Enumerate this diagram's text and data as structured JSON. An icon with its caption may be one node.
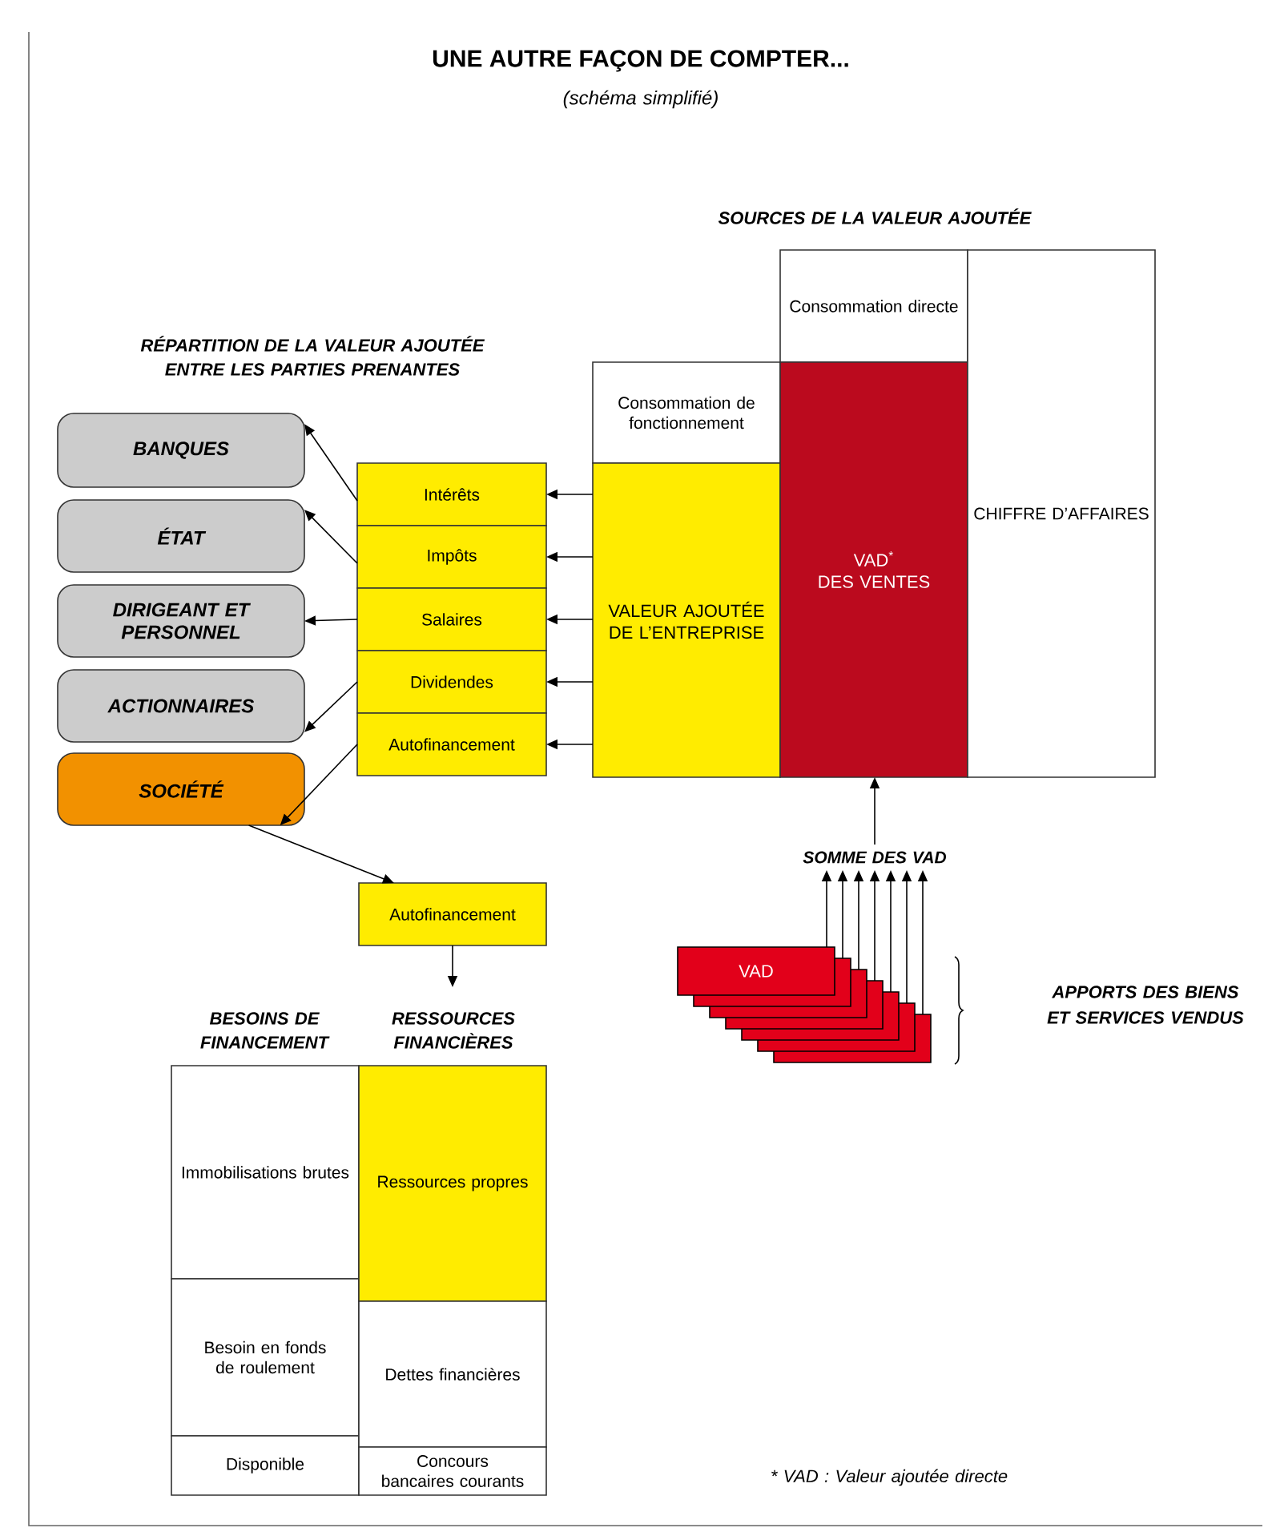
{
  "diagram": {
    "title": "UNE AUTRE FAÇON DE COMPTER...",
    "nodes": [
      {
        "text": [
          "BANQUES"
        ]
      },
      {
        "text": [
          "ÉTAT"
        ]
      },
      {
        "text": [
          "DIRIGEANT ET PERSONNEL"
        ]
      },
      {
        "text": [
          "ACTIONNAIRES"
        ]
      },
      {
        "text": [
          "SOCIÉTÉ"
        ]
      },
      {
        "text": [
          "Intérêts"
        ]
      },
      {
        "text": [
          "Impôts"
        ]
      },
      {
        "text": [
          "Salaires"
        ]
      },
      {
        "text": [
          "Dividendes"
        ]
      },
      {
        "text": [
          "Autofinancement"
        ]
      },
      {
        "text": [
          "Consommation de fonctionnement"
        ]
      },
      {
        "text": [
          "VALEUR AJOUTÉE DE L’ENTREPRISE"
        ]
      },
      {
        "text": [
          "Consommation directe"
        ]
      },
      {
        "text": [
          "VAD$^{*}$",
          "DES VENTES"
        ]
      },
      {
        "text": [
          "CHIFFRE D’AFFAIRES"
        ]
      },
      {
        "text": [
          "SOMME DES VAD"
        ]
      },
      {
        "text": [
          "VAD"
        ]
      },
      {
        "text": [],
        "shape": "box"
      },
      {
        "text": [],
        "shape": "box"
      },
      {
        "text": [],
        "shape": "box"
      },
      {
        "text": [],
        "shape": "box"
      },
      {
        "text": [],
        "shape": "box"
      },
      {
        "text": [],
        "shape": "box"
      },
      {
        "text": [
          "Autofinancement"
        ]
      },
      {
        "text": [
          "Immobilisations brutes"
        ]
      },
      {
        "text": [
          "Besoin en fonds de roulement"
        ]
      },
      {
        "text": [
          "Disponible"
        ]
      },
      {
        "text": [
          "Ressources propres"
        ]
      },
      {
        "text": [
          "Dettes financières"
        ]
      },
      {
        "text": [
          "Concours bancaires courants"
        ]
      }
    ],
    "edges": [
      {
        "from": 11,
        "to": 5,
        "arrow": "to"
      },
      {
        "from": 11,
        "to": 6,
        "arrow": "to"
      },
      {
        "from": 11,
        "to": 7,
        "arrow": "to"
      },
      {
        "from": 11,
        "to": 8,
        "arrow": "to"
      },
      {
        "from": 11,
        "to": 9,
        "arrow": "to"
      },
      {
        "from": 5,
        "to": 0,
        "arrow": "to"
      },
      {
        "from": 6,
        "to": 1,
        "arrow": "to"
      },
      {
        "from": 7,
        "to": 2,
        "arrow": "to"
      },
      {
        "from": 8,
        "to": 3,
        "arrow": "to"
      },
      {
        "from": 9,
        "to": 4,
        "arrow": "to"
      },
      {
        "from": 4,
        "to": 23,
        "arrow": "to"
      },
      {
        "from": 23,
        "to": null,
        "arrow": "to"
      },
      {
        "from": 15,
        "to": 13,
        "arrow": "to"
      },
      {
        "from": 16,
        "to": 15,
        "arrow": "to"
      },
      {
        "from": 17,
        "to": 15,
        "arrow": "to"
      },
      {
        "from": 18,
        "to": 15,
        "arrow": "to"
      },
      {
        "from": 19,
        "to": 15,
        "arrow": "to"
      },
      {
        "from": 20,
        "to": 15,
        "arrow": "to"
      },
      {
        "from": 21,
        "to": 15,
        "arrow": "to"
      },
      {
        "from": 22,
        "to": 15,
        "arrow": "to"
      }
    ],
    "labels": [
      "(schéma simplifié)",
      "SOURCES DE LA VALEUR AJOUTÉE",
      "RÉPARTITION DE LA VALEUR AJOUTÉE ENTRE LES PARTIES PRENANTES",
      "APPORTS DES BIENS ET SERVICES VENDUS",
      "BESOINS DE FINANCEMENT",
      "RESSOURCES FINANCIÈRES",
      "* VAD : Valeur ajoutée directe"
    ]
  }
}
